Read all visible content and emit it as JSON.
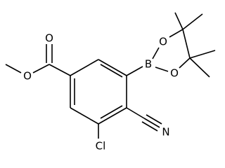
{
  "molecule": {
    "atom_labels": {
      "ester_carbonyl_oxygen": "O",
      "ester_ether_oxygen": "O",
      "chlorine": "Cl",
      "nitrile_nitrogen": "N",
      "boron": "B",
      "boronate_oxygen_upper": "O",
      "boronate_oxygen_lower": "O"
    }
  }
}
